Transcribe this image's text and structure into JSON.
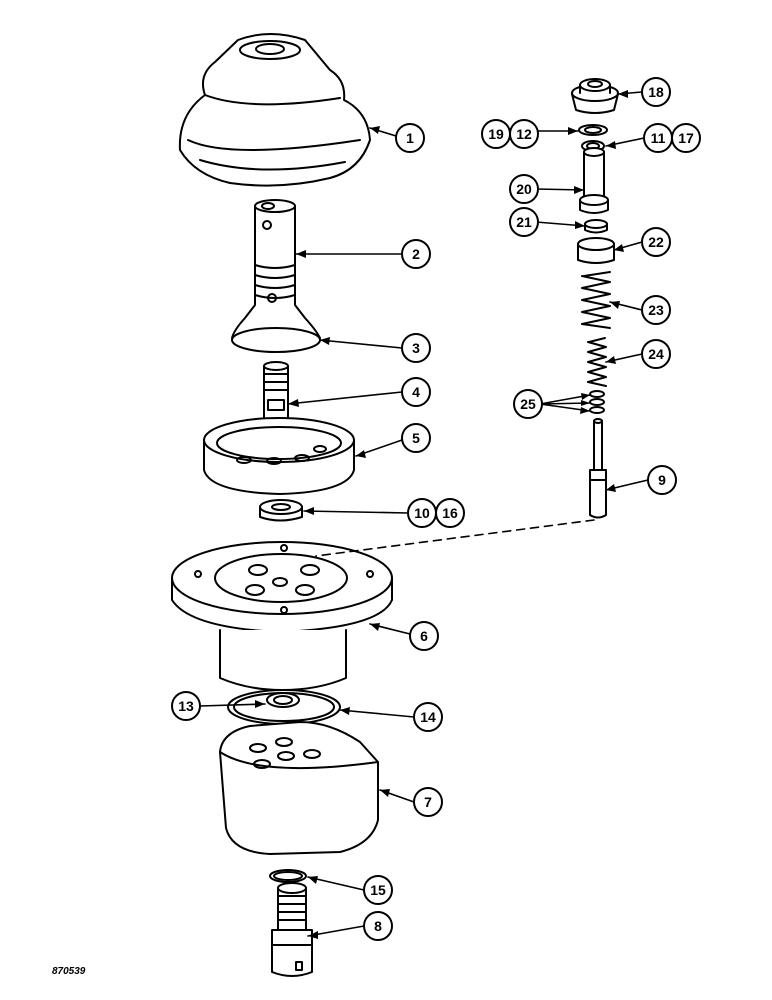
{
  "figure": {
    "reference_code": "870539"
  },
  "callouts": {
    "c1": "1",
    "c2": "2",
    "c3": "3",
    "c4": "4",
    "c5": "5",
    "c6": "6",
    "c7": "7",
    "c8": "8",
    "c9": "9",
    "c10": "10",
    "c16": "16",
    "c11": "11",
    "c17": "17",
    "c12": "12",
    "c19": "19",
    "c13": "13",
    "c14": "14",
    "c15": "15",
    "c18": "18",
    "c20": "20",
    "c21": "21",
    "c22": "22",
    "c23": "23",
    "c24": "24",
    "c25": "25"
  },
  "colors": {
    "ink": "#000000",
    "paper": "#ffffff",
    "shade": "#d8d8d8"
  }
}
